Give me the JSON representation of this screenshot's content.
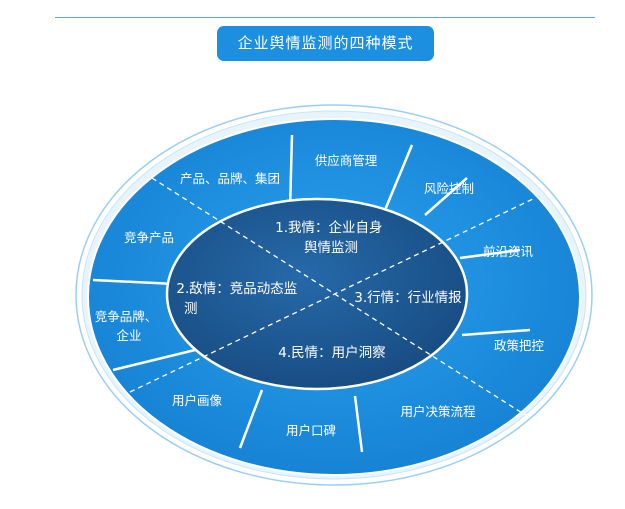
{
  "title": "企业舆情监测的四种模式",
  "colors": {
    "outer_fill": "#1d8ee0",
    "inner_fill": "#1c5a97",
    "accent": "#1c8fe0",
    "text": "#ffffff"
  },
  "inner_quadrants": [
    {
      "lines": [
        "1.我情：企业自身",
        "舆情监测"
      ]
    },
    {
      "lines": [
        "2.敌情：竞品动态监",
        "测"
      ]
    },
    {
      "lines": [
        "3.行情：行业情报"
      ]
    },
    {
      "lines": [
        "4.民情：用户洞察"
      ]
    }
  ],
  "outer_segments": [
    {
      "lines": [
        "产品、品牌、集团"
      ]
    },
    {
      "lines": [
        "供应商管理"
      ]
    },
    {
      "lines": [
        "风险控制"
      ]
    },
    {
      "lines": [
        "前沿资讯"
      ]
    },
    {
      "lines": [
        "竞争产品"
      ]
    },
    {
      "lines": [
        "竞争品牌、",
        "企业"
      ]
    },
    {
      "lines": [
        "政策把控"
      ]
    },
    {
      "lines": [
        "用户画像"
      ]
    },
    {
      "lines": [
        "用户口碑"
      ]
    },
    {
      "lines": [
        "用户决策流程"
      ]
    }
  ]
}
